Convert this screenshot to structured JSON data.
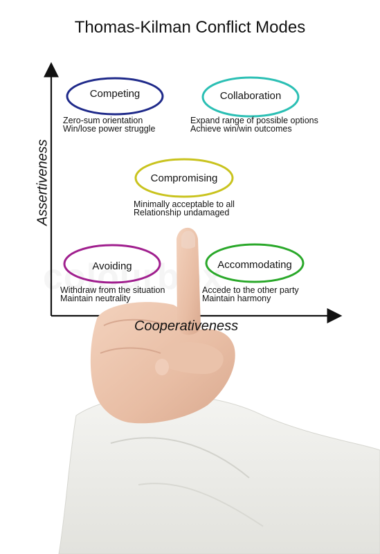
{
  "title": "Thomas-Kilman Conflict Modes",
  "axes": {
    "y_label": "Assertiveness",
    "x_label": "Cooperativeness"
  },
  "modes": {
    "competing": {
      "label": "Competing",
      "color": "#1f2a8a",
      "lines": [
        "Zero-sum orientation",
        "Win/lose power struggle"
      ]
    },
    "collaboration": {
      "label": "Collaboration",
      "color": "#2bbfb4",
      "lines": [
        "Expand range of possible options",
        "Achieve win/win outcomes"
      ]
    },
    "compromising": {
      "label": "Compromising",
      "color": "#c9c31e",
      "lines": [
        "Minimally acceptable to all",
        "Relationship undamaged"
      ]
    },
    "avoiding": {
      "label": "Avoiding",
      "color": "#a01f8e",
      "lines": [
        "Withdraw from the situation",
        "Maintain neutrality"
      ]
    },
    "accommodating": {
      "label": "Accommodating",
      "color": "#2aa82a",
      "lines": [
        "Accede to the other party",
        "Maintain harmony"
      ]
    }
  },
  "watermark": "colourbox"
}
